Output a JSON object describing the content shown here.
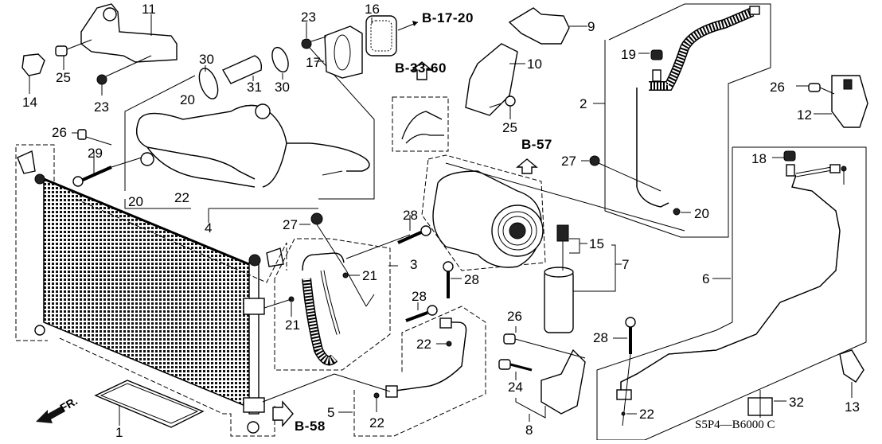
{
  "diagram": {
    "title": "A/C Hoses, Pipes & Condenser Exploded View",
    "part_number_code": "S5P4—B6000 C",
    "direction_indicator": "FR.",
    "reference_arrows": [
      {
        "id": "ref-b-17-20",
        "label": "B-17-20"
      },
      {
        "id": "ref-b-33-60",
        "label": "B-33-60"
      },
      {
        "id": "ref-b-57",
        "label": "B-57"
      },
      {
        "id": "ref-b-58",
        "label": "B-58"
      }
    ],
    "callouts": [
      {
        "id": "c1",
        "label": "1",
        "part": "condenser-label"
      },
      {
        "id": "c2",
        "label": "2",
        "part": "suction-hose"
      },
      {
        "id": "c3",
        "label": "3",
        "part": "discharge-hose"
      },
      {
        "id": "c4",
        "label": "4",
        "part": "suction-pipe-assembly"
      },
      {
        "id": "c5",
        "label": "5",
        "part": "condenser-pipe"
      },
      {
        "id": "c6",
        "label": "6",
        "part": "receiver-pipe"
      },
      {
        "id": "c7",
        "label": "7",
        "part": "receiver-dryer"
      },
      {
        "id": "c8",
        "label": "8",
        "part": "receiver-bracket"
      },
      {
        "id": "c9",
        "label": "9",
        "part": "pipe-clamp"
      },
      {
        "id": "c10",
        "label": "10",
        "part": "pipe-bracket"
      },
      {
        "id": "c11",
        "label": "11",
        "part": "pipe-cover"
      },
      {
        "id": "c12",
        "label": "12",
        "part": "hose-bracket"
      },
      {
        "id": "c13",
        "label": "13",
        "part": "pipe-clip"
      },
      {
        "id": "c14",
        "label": "14",
        "part": "hose-clamp"
      },
      {
        "id": "c15",
        "label": "15",
        "part": "pressure-switch"
      },
      {
        "id": "c16",
        "label": "16",
        "part": "grommet"
      },
      {
        "id": "c17",
        "label": "17",
        "part": "grommet-flange"
      },
      {
        "id": "c18",
        "label": "18",
        "part": "service-valve-cap-high"
      },
      {
        "id": "c19",
        "label": "19",
        "part": "service-valve-cap-low"
      },
      {
        "id": "c20a",
        "label": "20",
        "part": "o-ring"
      },
      {
        "id": "c20b",
        "label": "20",
        "part": "o-ring"
      },
      {
        "id": "c20c",
        "label": "20",
        "part": "o-ring"
      },
      {
        "id": "c21a",
        "label": "21",
        "part": "o-ring"
      },
      {
        "id": "c21b",
        "label": "21",
        "part": "o-ring"
      },
      {
        "id": "c22a",
        "label": "22",
        "part": "o-ring"
      },
      {
        "id": "c22b",
        "label": "22",
        "part": "o-ring"
      },
      {
        "id": "c22c",
        "label": "22",
        "part": "o-ring"
      },
      {
        "id": "c22d",
        "label": "22",
        "part": "o-ring"
      },
      {
        "id": "c23a",
        "label": "23",
        "part": "nut"
      },
      {
        "id": "c23b",
        "label": "23",
        "part": "nut"
      },
      {
        "id": "c24",
        "label": "24",
        "part": "bolt"
      },
      {
        "id": "c25a",
        "label": "25",
        "part": "bolt"
      },
      {
        "id": "c25b",
        "label": "25",
        "part": "bolt"
      },
      {
        "id": "c26a",
        "label": "26",
        "part": "bolt"
      },
      {
        "id": "c26b",
        "label": "26",
        "part": "bolt"
      },
      {
        "id": "c26c",
        "label": "26",
        "part": "bolt"
      },
      {
        "id": "c27a",
        "label": "27",
        "part": "nut"
      },
      {
        "id": "c27b",
        "label": "27",
        "part": "nut"
      },
      {
        "id": "c28a",
        "label": "28",
        "part": "bolt"
      },
      {
        "id": "c28b",
        "label": "28",
        "part": "bolt"
      },
      {
        "id": "c28c",
        "label": "28",
        "part": "bolt"
      },
      {
        "id": "c28d",
        "label": "28",
        "part": "bolt"
      },
      {
        "id": "c29",
        "label": "29",
        "part": "bolt"
      },
      {
        "id": "c30a",
        "label": "30",
        "part": "hose-band"
      },
      {
        "id": "c30b",
        "label": "30",
        "part": "hose-band"
      },
      {
        "id": "c31",
        "label": "31",
        "part": "drain-hose"
      },
      {
        "id": "c32",
        "label": "32",
        "part": "pipe-clip"
      }
    ]
  }
}
